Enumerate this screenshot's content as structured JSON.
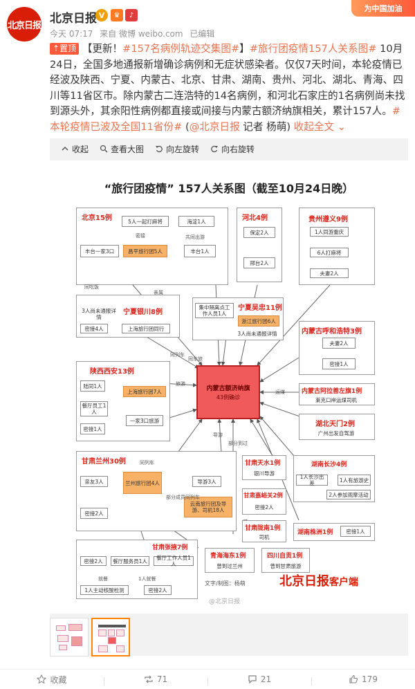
{
  "header": {
    "avatar_text": "北京日报",
    "username": "北京日报",
    "badge_v": "V",
    "time": "今天 07:17",
    "source": "来自 微博 weibo.com",
    "edited": "已编辑",
    "banner": "为中国加油"
  },
  "post": {
    "pin_label": "置顶",
    "prefix": "【更新！",
    "tag1": "#157名病例轨迹交集图#",
    "bracket_close": "】",
    "tag2": "#旅行团疫情157人关系图#",
    "body": " 10月24日，全国多地通报新增确诊病例和无症状感染者。仅仅7天时间，本轮疫情已经波及陕西、宁夏、内蒙古、北京、甘肃、湖南、贵州、河北、湖北、青海、四川等11省区市。除内蒙古二连浩特的14名病例，和河北石家庄的1名病例尚未找到源头外，其余阳性病例都直接或间接与内蒙古额济纳旗相关，累计157人。",
    "tag3": "#本轮疫情已波及全国11省份#",
    "mention_open": " (",
    "mention": "@北京日报",
    "mention_close": " 记者 杨萌) ",
    "collapse": "收起全文",
    "collapse_arrow": "⌄"
  },
  "toolbar": {
    "collapse": "收起",
    "view_large": "查看大图",
    "rotate_left": "向左旋转",
    "rotate_right": "向右旋转"
  },
  "diagram": {
    "title": "“旅行团疫情” 157人关系图（截至10月24日晚）",
    "core_title": "内蒙古额济纳旗",
    "core_sub": "43例确诊",
    "groups": {
      "beijing": "北京15例",
      "hebei": "河北4例",
      "guizhou": "贵州遵义9例",
      "ningxia": "宁夏银川8例",
      "wuzhong": "宁夏吴忠11例",
      "huhehaote": "内蒙古呼和浩特3例",
      "shaanxi": "陕西西安13例",
      "alashan": "内蒙古阿拉善左旗1例",
      "hubei": "湖北天门2例",
      "lanzhou": "甘肃兰州30例",
      "tianshui": "甘肃天水1例",
      "changsha": "湖南长沙4例",
      "jiayuguan": "甘肃嘉峪关2例",
      "longnan": "甘肃陇南1例",
      "zhuzhou": "湖南株洲1例",
      "zhangye": "甘肃张掖7例",
      "haidong": "青海海东1例",
      "zigong": "四川自贡1例"
    },
    "boxes": {
      "bj_1": "5人一起打麻将",
      "bj_2": "海淀1人",
      "bj_3": "丰台一家3口",
      "bj_4": "昌平旅行团5人",
      "bj_5": "丰台1人",
      "hb_1": "保定2人",
      "hb_2": "邢台2人",
      "gz_1": "1人同游重庆",
      "gz_2": "6人打麻将",
      "gz_3": "夫妻2人",
      "nx_1": "3人尚未通报详情",
      "nx_2": "密接4人",
      "nx_3": "上海旅行团同行",
      "wz_1": "集中隔离点工作人员1人",
      "wz_2": "浙江旅行团6人",
      "wz_3": "3人尚未通报详情",
      "hh_1": "夫妻2人",
      "hh_2": "密接1人",
      "sx_1": "陆同1人",
      "sx_2": "上海旅行团7人",
      "sx_3": "餐厅员工1人",
      "sx_4": "密接1人",
      "sx_5": "一家3口旅游",
      "al_1": "莱克口岸运煤司机",
      "hbt_1": "广州出发自驾游",
      "lz_1": "亲友3人",
      "lz_2": "兰州旅行团4人",
      "lz_3": "导游3人",
      "lz_4": "云南旅行团及导游、司机18人",
      "lz_5": "密接2人",
      "ts_1": "银川导游",
      "cs_1": "1人长沙出差",
      "cs_2": "1人有旅游史",
      "cs_3": "2人参加观摩活动",
      "jy_1": "密接2人",
      "ln_1": "司机",
      "zz_1": "密接1人",
      "zy_1": "密接2人",
      "zy_2": "餐厅服务员1人",
      "zy_3": "餐厅工作人员1人",
      "zy_4": "1人主动核酸检测",
      "zy_5": "密接2人",
      "hd_1": "曾到过兰州",
      "zg_1": "曾到甘肃旅游"
    },
    "edges": {
      "e1": "同吃饭",
      "e2": "密接",
      "e3": "共同出游",
      "e4": "同车旅",
      "e5": "亲属",
      "e6": "旅游",
      "e7": "同列车",
      "e8": "导游",
      "e9": "运煤",
      "e10": "部分到过",
      "e11": "同列车",
      "e12": "部分成员同列车",
      "e13": "就餐",
      "e14": "1人就餐"
    },
    "credit": "文字/制图：杨萌",
    "logo_main": "北京日报",
    "logo_sub": "客户端",
    "watermark": "@北京日报"
  },
  "footer": {
    "favorite": "收藏",
    "reposts": "71",
    "comments": "21",
    "likes": "179"
  }
}
